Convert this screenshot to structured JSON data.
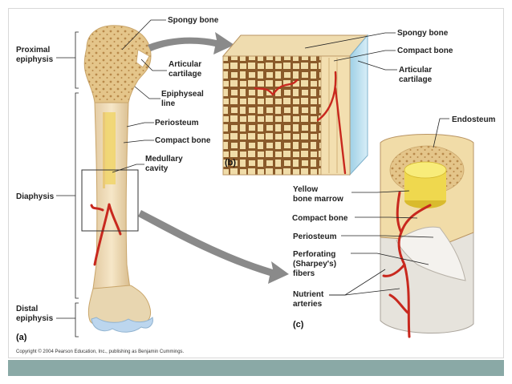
{
  "labels": {
    "proximal_epiphysis": [
      "Proximal",
      "epiphysis"
    ],
    "diaphysis": "Diaphysis",
    "distal_epiphysis": [
      "Distal",
      "epiphysis"
    ],
    "spongy_bone_a": "Spongy bone",
    "articular_cartilage_a": [
      "Articular",
      "cartilage"
    ],
    "epiphyseal_line": [
      "Epiphyseal",
      "line"
    ],
    "periosteum_a": "Periosteum",
    "compact_bone_a": "Compact bone",
    "medullary_cavity": [
      "Medullary",
      "cavity"
    ],
    "spongy_bone_b": "Spongy bone",
    "compact_bone_b": "Compact bone",
    "articular_cartilage_b": [
      "Articular",
      "cartilage"
    ],
    "endosteum": "Endosteum",
    "yellow_bone_marrow": [
      "Yellow",
      "bone marrow"
    ],
    "compact_bone_c": "Compact bone",
    "periosteum_c": "Periosteum",
    "perforating_fibers": [
      "Perforating",
      "(Sharpey's)",
      "fibers"
    ],
    "nutrient_arteries": [
      "Nutrient",
      "arteries"
    ]
  },
  "panels": {
    "a": "(a)",
    "b": "(b)",
    "c": "(c)"
  },
  "copyright": "Copyright © 2004 Pearson Education, Inc., publishing as Benjamin Cummings.",
  "colors": {
    "bone": "#e8d3a6",
    "spongy": "#dcb878",
    "compact": "#f1e0b6",
    "artery": "#c8281e",
    "cartilage": "#bcd6ee",
    "marrow": "#f0dc4a",
    "bar": "#8aa9a6"
  }
}
